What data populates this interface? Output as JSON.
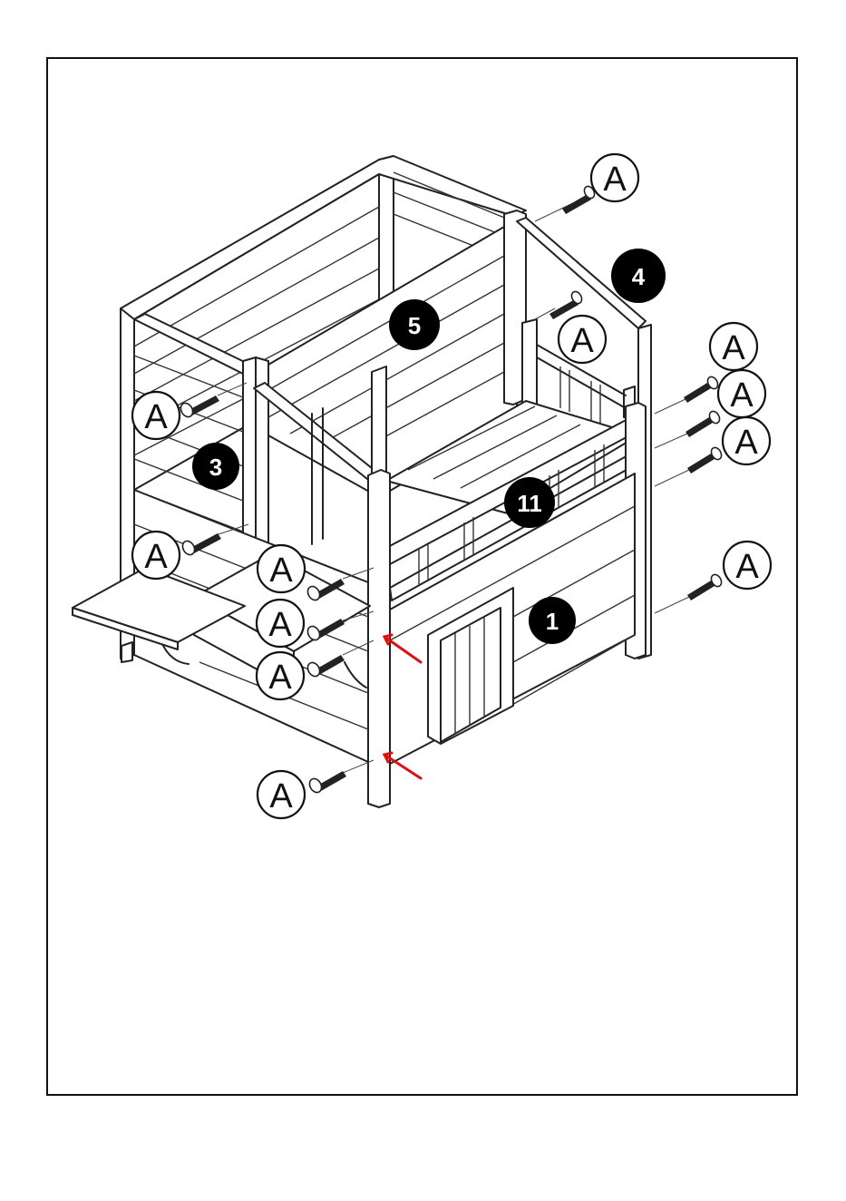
{
  "figure": {
    "screw_callout_label": "A",
    "part_numbers": [
      "1",
      "3",
      "4",
      "5",
      "11"
    ]
  },
  "colors": {
    "line": "#222222",
    "part_badge": "#000000",
    "arrow": "#e01010",
    "background": "#ffffff"
  }
}
